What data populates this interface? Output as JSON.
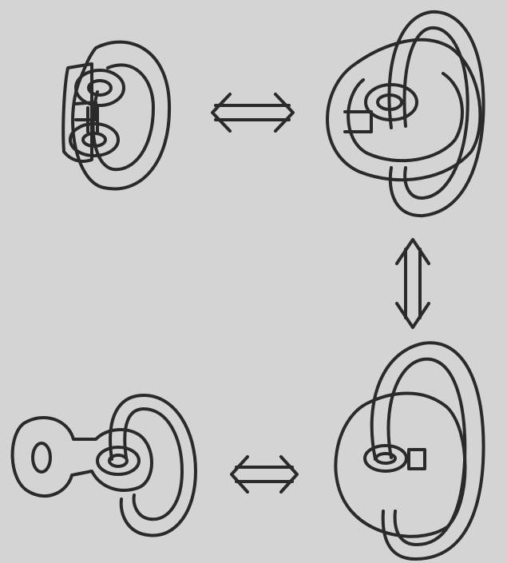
{
  "figure": {
    "background": "#d4d4d4",
    "ink_color": "#2a2a2a",
    "panels": [
      {
        "name": "top-left",
        "description_icon": "knotted-handlebody"
      },
      {
        "name": "top-right",
        "description_icon": "knotted-handlebody"
      },
      {
        "name": "bottom-right",
        "description_icon": "handlebody-with-handle"
      },
      {
        "name": "bottom-left",
        "description_icon": "unknotted-handlebody"
      }
    ],
    "arrows": [
      {
        "name": "top",
        "icon": "double-arrow-horizontal"
      },
      {
        "name": "right",
        "icon": "double-arrow-vertical"
      },
      {
        "name": "bottom",
        "icon": "double-arrow-horizontal"
      }
    ]
  }
}
